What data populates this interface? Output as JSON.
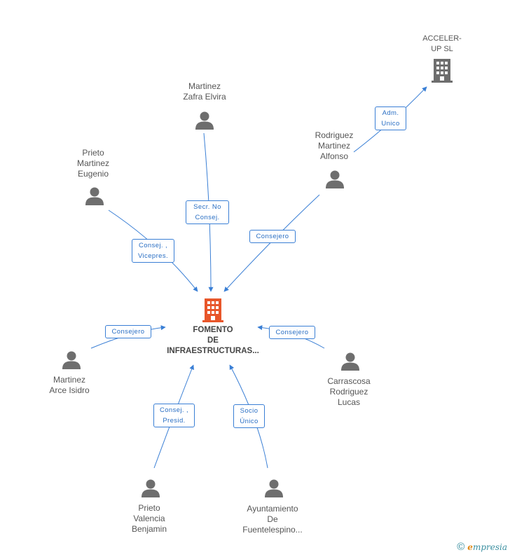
{
  "center": {
    "label": "FOMENTO\nDE\nINFRAESTRUCTURAS...",
    "color": "#e8562a"
  },
  "companies": [
    {
      "id": "acceler",
      "label": "ACCELER-\nUP SL",
      "color": "#6e6e6e"
    }
  ],
  "people": [
    {
      "id": "martinez_zafra",
      "label": "Martinez\nZafra Elvira"
    },
    {
      "id": "prieto_martinez",
      "label": "Prieto\nMartinez\nEugenio"
    },
    {
      "id": "rodriguez_martinez",
      "label": "Rodriguez\nMartinez\nAlfonso"
    },
    {
      "id": "martinez_arce",
      "label": "Martinez\nArce Isidro"
    },
    {
      "id": "carrascosa",
      "label": "Carrascosa\nRodriguez\nLucas"
    },
    {
      "id": "prieto_valencia",
      "label": "Prieto\nValencia\nBenjamin"
    },
    {
      "id": "ayuntamiento",
      "label": "Ayuntamiento\nDe\nFuentelespino..."
    }
  ],
  "edges": [
    {
      "id": "e_zafra",
      "label": "Secr.  No\nConsej."
    },
    {
      "id": "e_prieto_m",
      "label": "Consej. ,\nVicepres."
    },
    {
      "id": "e_rodriguez",
      "label": "Consejero"
    },
    {
      "id": "e_acceler",
      "label": "Adm.\nUnico"
    },
    {
      "id": "e_arce",
      "label": "Consejero"
    },
    {
      "id": "e_carrascosa",
      "label": "Consejero"
    },
    {
      "id": "e_valencia",
      "label": "Consej. ,\nPresid."
    },
    {
      "id": "e_ayto",
      "label": "Socio\nÚnico"
    }
  ],
  "colors": {
    "edge": "#3a7fd5",
    "person": "#6e6e6e"
  },
  "footer": {
    "copyright": "©",
    "brand_e": "e",
    "brand_rest": "mpresia"
  }
}
